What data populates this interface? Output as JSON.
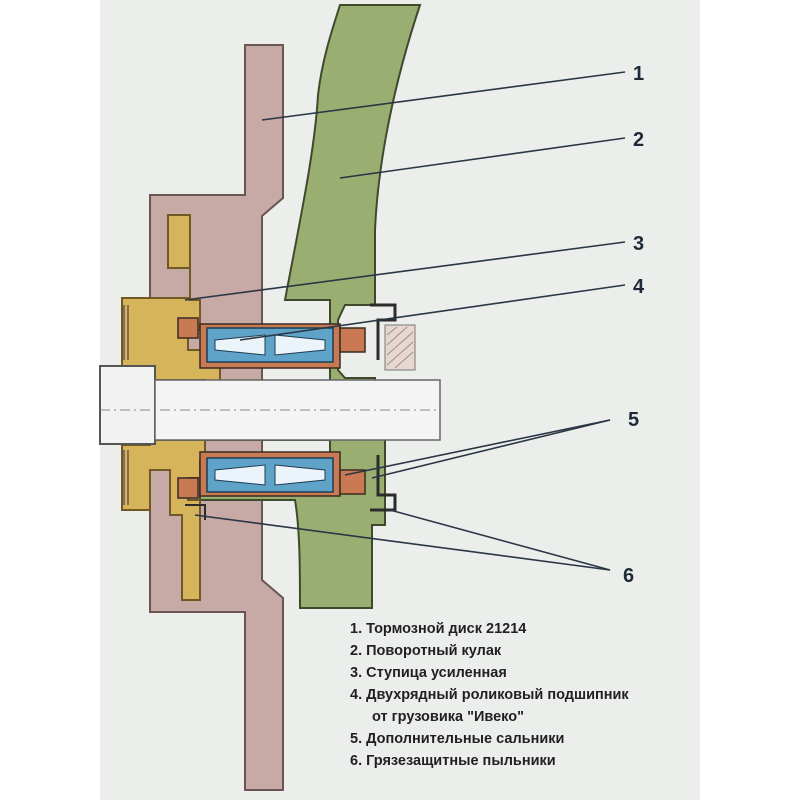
{
  "callouts": [
    "1",
    "2",
    "3",
    "4",
    "5",
    "6"
  ],
  "legend": [
    "1. Тормозной диск 21214",
    "2. Поворотный кулак",
    "3. Ступица усиленная",
    "4. Двухрядный роликовый подшипник",
    "от грузовика \"Ивеко\"",
    "5. Дополнительные сальники",
    "6. Грязезащитные пыльники"
  ],
  "colors": {
    "background": "#eceeec",
    "brake_disc": "#c7aaa6",
    "knuckle": "#9aae72",
    "hub": "#d6b45c",
    "bearing": "#5fa3c9",
    "seal": "#c97a52",
    "leader": "#2b3644"
  }
}
